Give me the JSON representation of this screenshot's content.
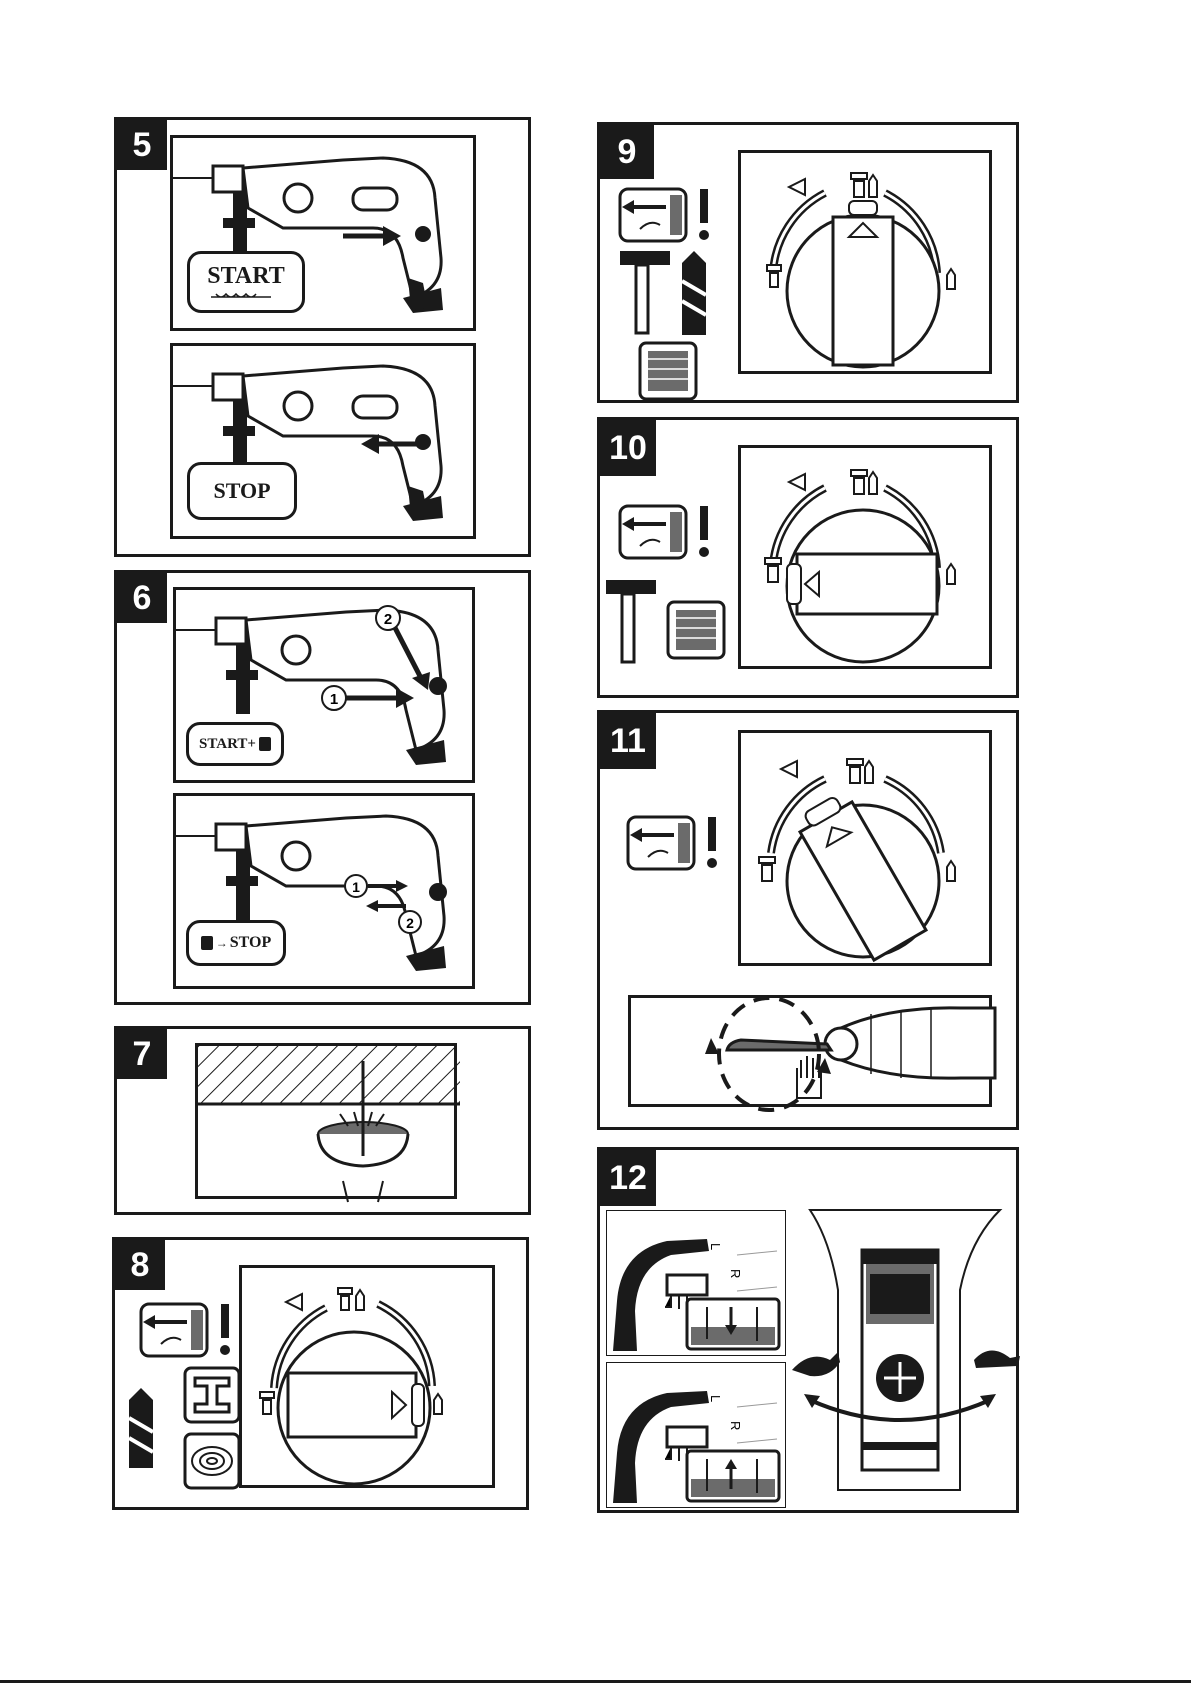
{
  "figures": {
    "f5": {
      "number": "5",
      "start_label": "START",
      "stop_label": "STOP"
    },
    "f6": {
      "number": "6",
      "start_lock_label": "START+",
      "lock_stop_label": "STOP",
      "callouts": [
        "2",
        "1",
        "1",
        "2"
      ]
    },
    "f7": {
      "number": "7"
    },
    "f8": {
      "number": "8"
    },
    "f9": {
      "number": "9"
    },
    "f10": {
      "number": "10"
    },
    "f11": {
      "number": "11"
    },
    "f12": {
      "number": "12",
      "switch_letters": [
        "L",
        "R",
        "L",
        "R"
      ]
    }
  },
  "icons": {
    "plug": "unplug-warning-icon",
    "hammer": "hammer-icon",
    "drill_bit": "drill-bit-icon",
    "masonry": "masonry-icon",
    "steel": "steel-beam-icon",
    "wood": "wood-icon",
    "hare": "hare-icon",
    "tortoise": "tortoise-icon"
  },
  "colors": {
    "ink": "#1a1a1a",
    "paper": "#ffffff",
    "shade": "#6b6b6b"
  }
}
